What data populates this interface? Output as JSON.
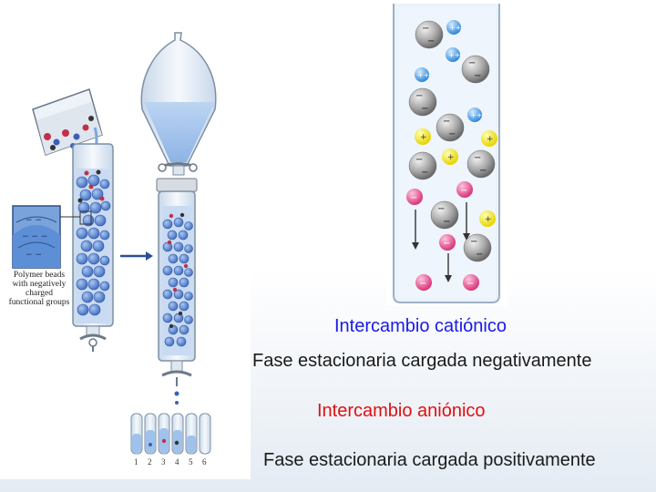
{
  "left_figure": {
    "polymer_note": "Polymer beads\nwith negatively\ncharged\nfunctional groups",
    "tube_numbers": [
      "1",
      "2",
      "3",
      "4",
      "5",
      "6"
    ]
  },
  "captions": {
    "cation_exchange": "Intercambio catiónico",
    "negative_phase": "Fase estacionaria cargada negativamente",
    "anion_exchange": "Intercambio aniónico",
    "positive_phase": "Fase estacionaria cargada positivamente"
  },
  "colors": {
    "cation_exchange_text": "#1a1ae6",
    "anion_exchange_text": "#e01010",
    "phase_text": "#1a1a1a",
    "bead_blue": "#4f7fd0",
    "liquid_blue": "#9fc2ec"
  }
}
